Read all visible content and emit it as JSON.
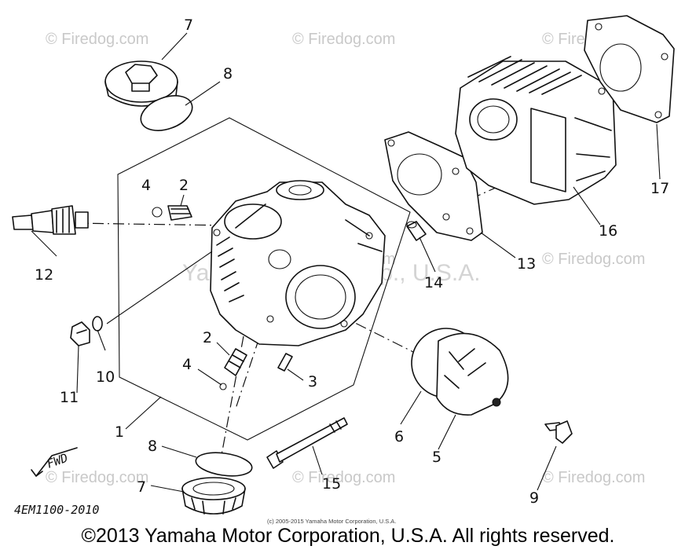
{
  "watermark_text": "© Firedog.com",
  "center_watermark": "Yamaha Motor Corp., U.S.A.",
  "callouts": {
    "c1": "1",
    "c2a": "2",
    "c2b": "2",
    "c3": "3",
    "c4a": "4",
    "c4b": "4",
    "c5": "5",
    "c6": "6",
    "c7a": "7",
    "c7b": "7",
    "c8a": "8",
    "c8b": "8",
    "c9": "9",
    "c10": "10",
    "c11": "11",
    "c12": "12",
    "c13": "13",
    "c14": "14",
    "c15": "15",
    "c16": "16",
    "c17": "17"
  },
  "fwd_label": "FWD",
  "drawing_code": "4EM1100-2010",
  "small_copyright": "(c) 2005-2015 Yamaha Motor Corporation, U.S.A.",
  "footer_copyright": "©2013 Yamaha Motor Corporation, U.S.A. All rights reserved."
}
